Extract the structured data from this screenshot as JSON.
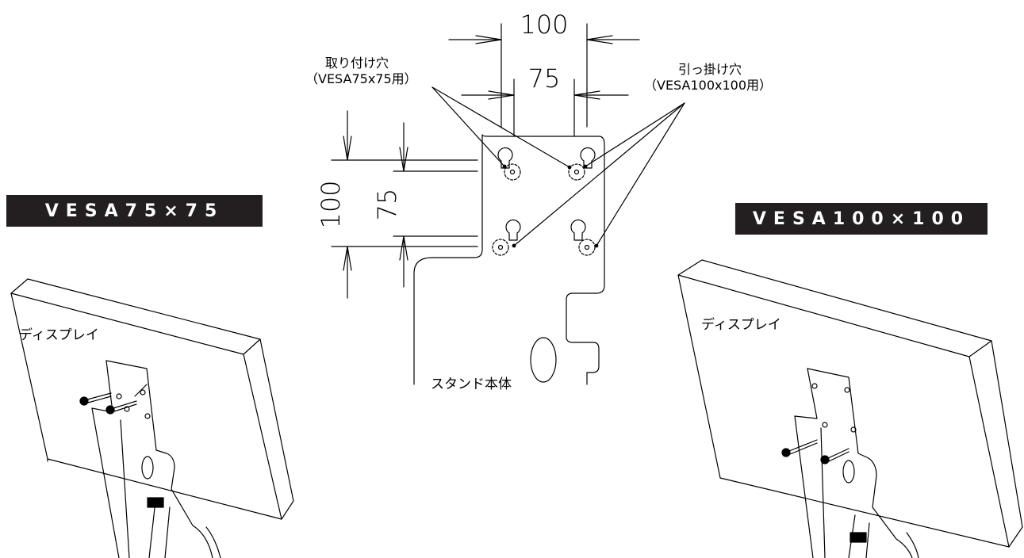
{
  "banners": {
    "left": "VESA75×75",
    "right": "VESA100×100"
  },
  "callouts": {
    "mount_holes_title": "取り付け穴",
    "mount_holes_sub": "（VESA75x75用）",
    "hook_holes_title": "引っ掛け穴",
    "hook_holes_sub": "（VESA100x100用）",
    "stand_body": "スタンド本体"
  },
  "dimensions": {
    "top_outer": "100",
    "top_inner": "75",
    "left_outer": "100",
    "left_inner": "75"
  },
  "displays": {
    "left_label": "ディスプレイ",
    "right_label": "ディスプレイ"
  },
  "colors": {
    "ink": "#000000",
    "banner_bg": "#231f20",
    "banner_text": "#ffffff"
  }
}
